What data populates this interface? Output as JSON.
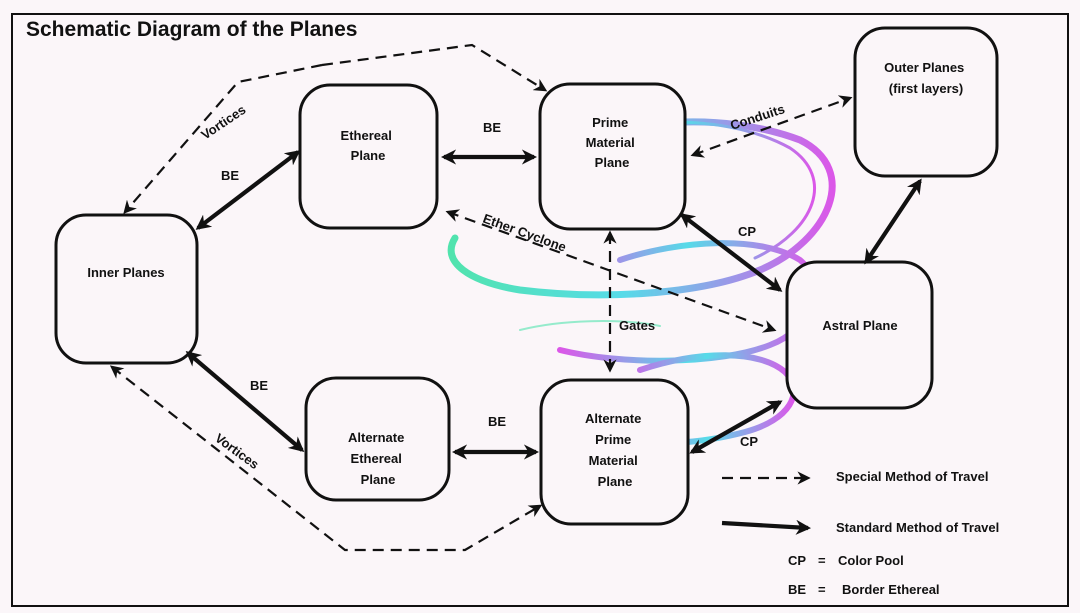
{
  "title": "Schematic Diagram of the Planes",
  "nodes": {
    "ethereal": [
      "Ethereal",
      "Plane"
    ],
    "prime": [
      "Prime",
      "Material",
      "Plane"
    ],
    "outer": [
      "Outer Planes",
      "(first layers)"
    ],
    "inner": [
      "Inner Planes"
    ],
    "astral": [
      "Astral Plane"
    ],
    "alt_ethereal": [
      "Alternate",
      "Ethereal",
      "Plane"
    ],
    "alt_prime": [
      "Alternate",
      "Prime",
      "Material",
      "Plane"
    ]
  },
  "edge_labels": {
    "vortices_top": "Vortices",
    "vortices_bottom": "Vortices",
    "be_inner_ethereal": "BE",
    "be_ethereal_prime": "BE",
    "be_inner_alt": "BE",
    "be_alt_ethereal_alt_prime": "BE",
    "conduits": "Conduits",
    "ether_cyclone": "Ether Cyclone",
    "cp_prime_astral": "CP",
    "cp_alt_prime_astral": "CP",
    "gates": "Gates"
  },
  "legend": {
    "special": "Special Method of Travel",
    "standard": "Standard Method of Travel",
    "cp_key": "CP",
    "cp_eq": "=",
    "cp_value": "Color Pool",
    "be_key": "BE",
    "be_eq": "=",
    "be_value": "Border Ethereal"
  },
  "colors": {
    "background": "#fbf6f9",
    "ink": "#111111",
    "swirl_magenta": "#d63ce6",
    "swirl_cyan": "#3ad7e6",
    "swirl_green": "#33e0a0"
  }
}
